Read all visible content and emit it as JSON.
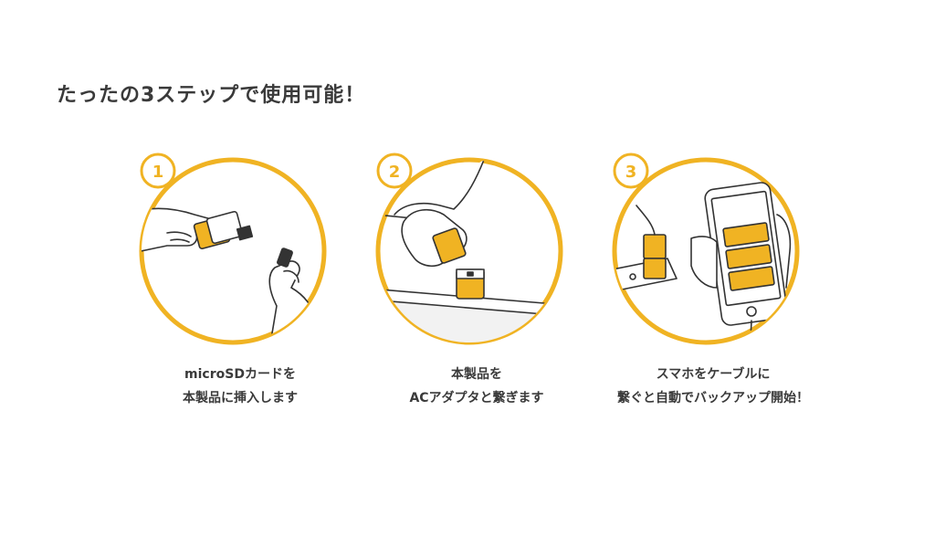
{
  "headline": "たったの3ステップで使用可能！",
  "accent_color": "#F0B323",
  "steps": [
    {
      "number": "1",
      "caption_line1": "microSDカードを",
      "caption_line2": "本製品に挿入します",
      "illustration": "card-insert-illustration"
    },
    {
      "number": "2",
      "caption_line1": "本製品を",
      "caption_line2": "ACアダプタと繋ぎます",
      "illustration": "adapter-connect-illustration"
    },
    {
      "number": "3",
      "caption_line1": "スマホをケーブルに",
      "caption_line2": "繋ぐと自動でバックアップ開始！",
      "illustration": "phone-backup-illustration"
    }
  ]
}
